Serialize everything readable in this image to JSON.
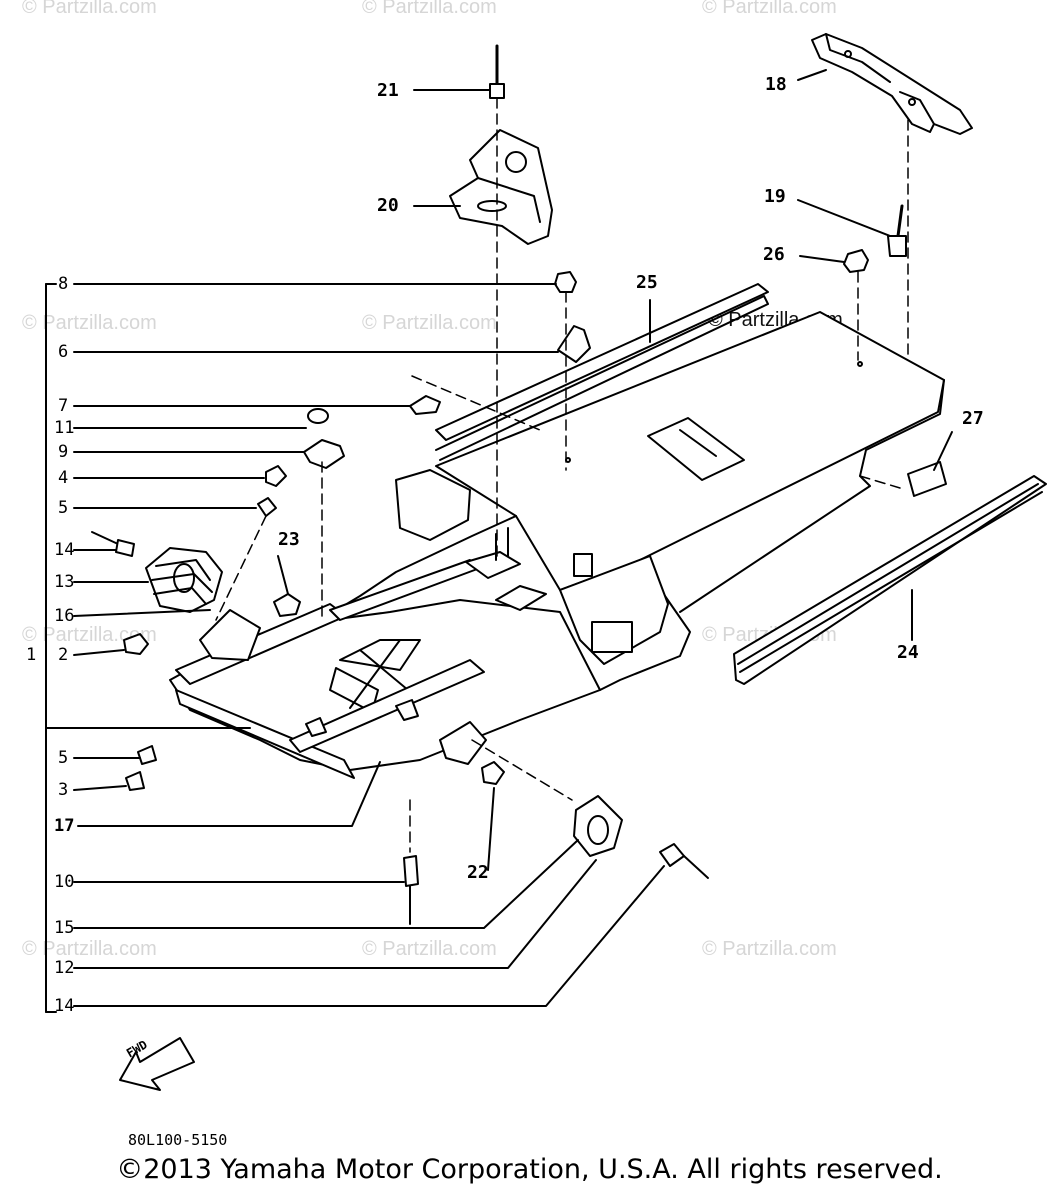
{
  "watermarks": [
    "© Partzilla.com"
  ],
  "center_watermark": "© Partzilla.com",
  "callouts": {
    "c18": "18",
    "c21": "21",
    "c20": "20",
    "c19": "19",
    "c26": "26",
    "c25": "25",
    "c27": "27",
    "c23": "23",
    "c24": "24",
    "c22": "22"
  },
  "side_labels": {
    "l8": "8",
    "l6": "6",
    "l7": "7",
    "l11": "11",
    "l9": "9",
    "l4": "4",
    "l5a": "5",
    "l14a": "14",
    "l13": "13",
    "l16": "16",
    "l1": "1",
    "l2": "2",
    "l5b": "5",
    "l3": "3",
    "l17": "17",
    "l10": "10",
    "l15": "15",
    "l12": "12",
    "l14b": "14"
  },
  "fwd_label": "FWD",
  "diagram_code": "80L100-5150",
  "copyright": "©2013 Yamaha Motor Corporation, U.S.A. All rights reserved."
}
